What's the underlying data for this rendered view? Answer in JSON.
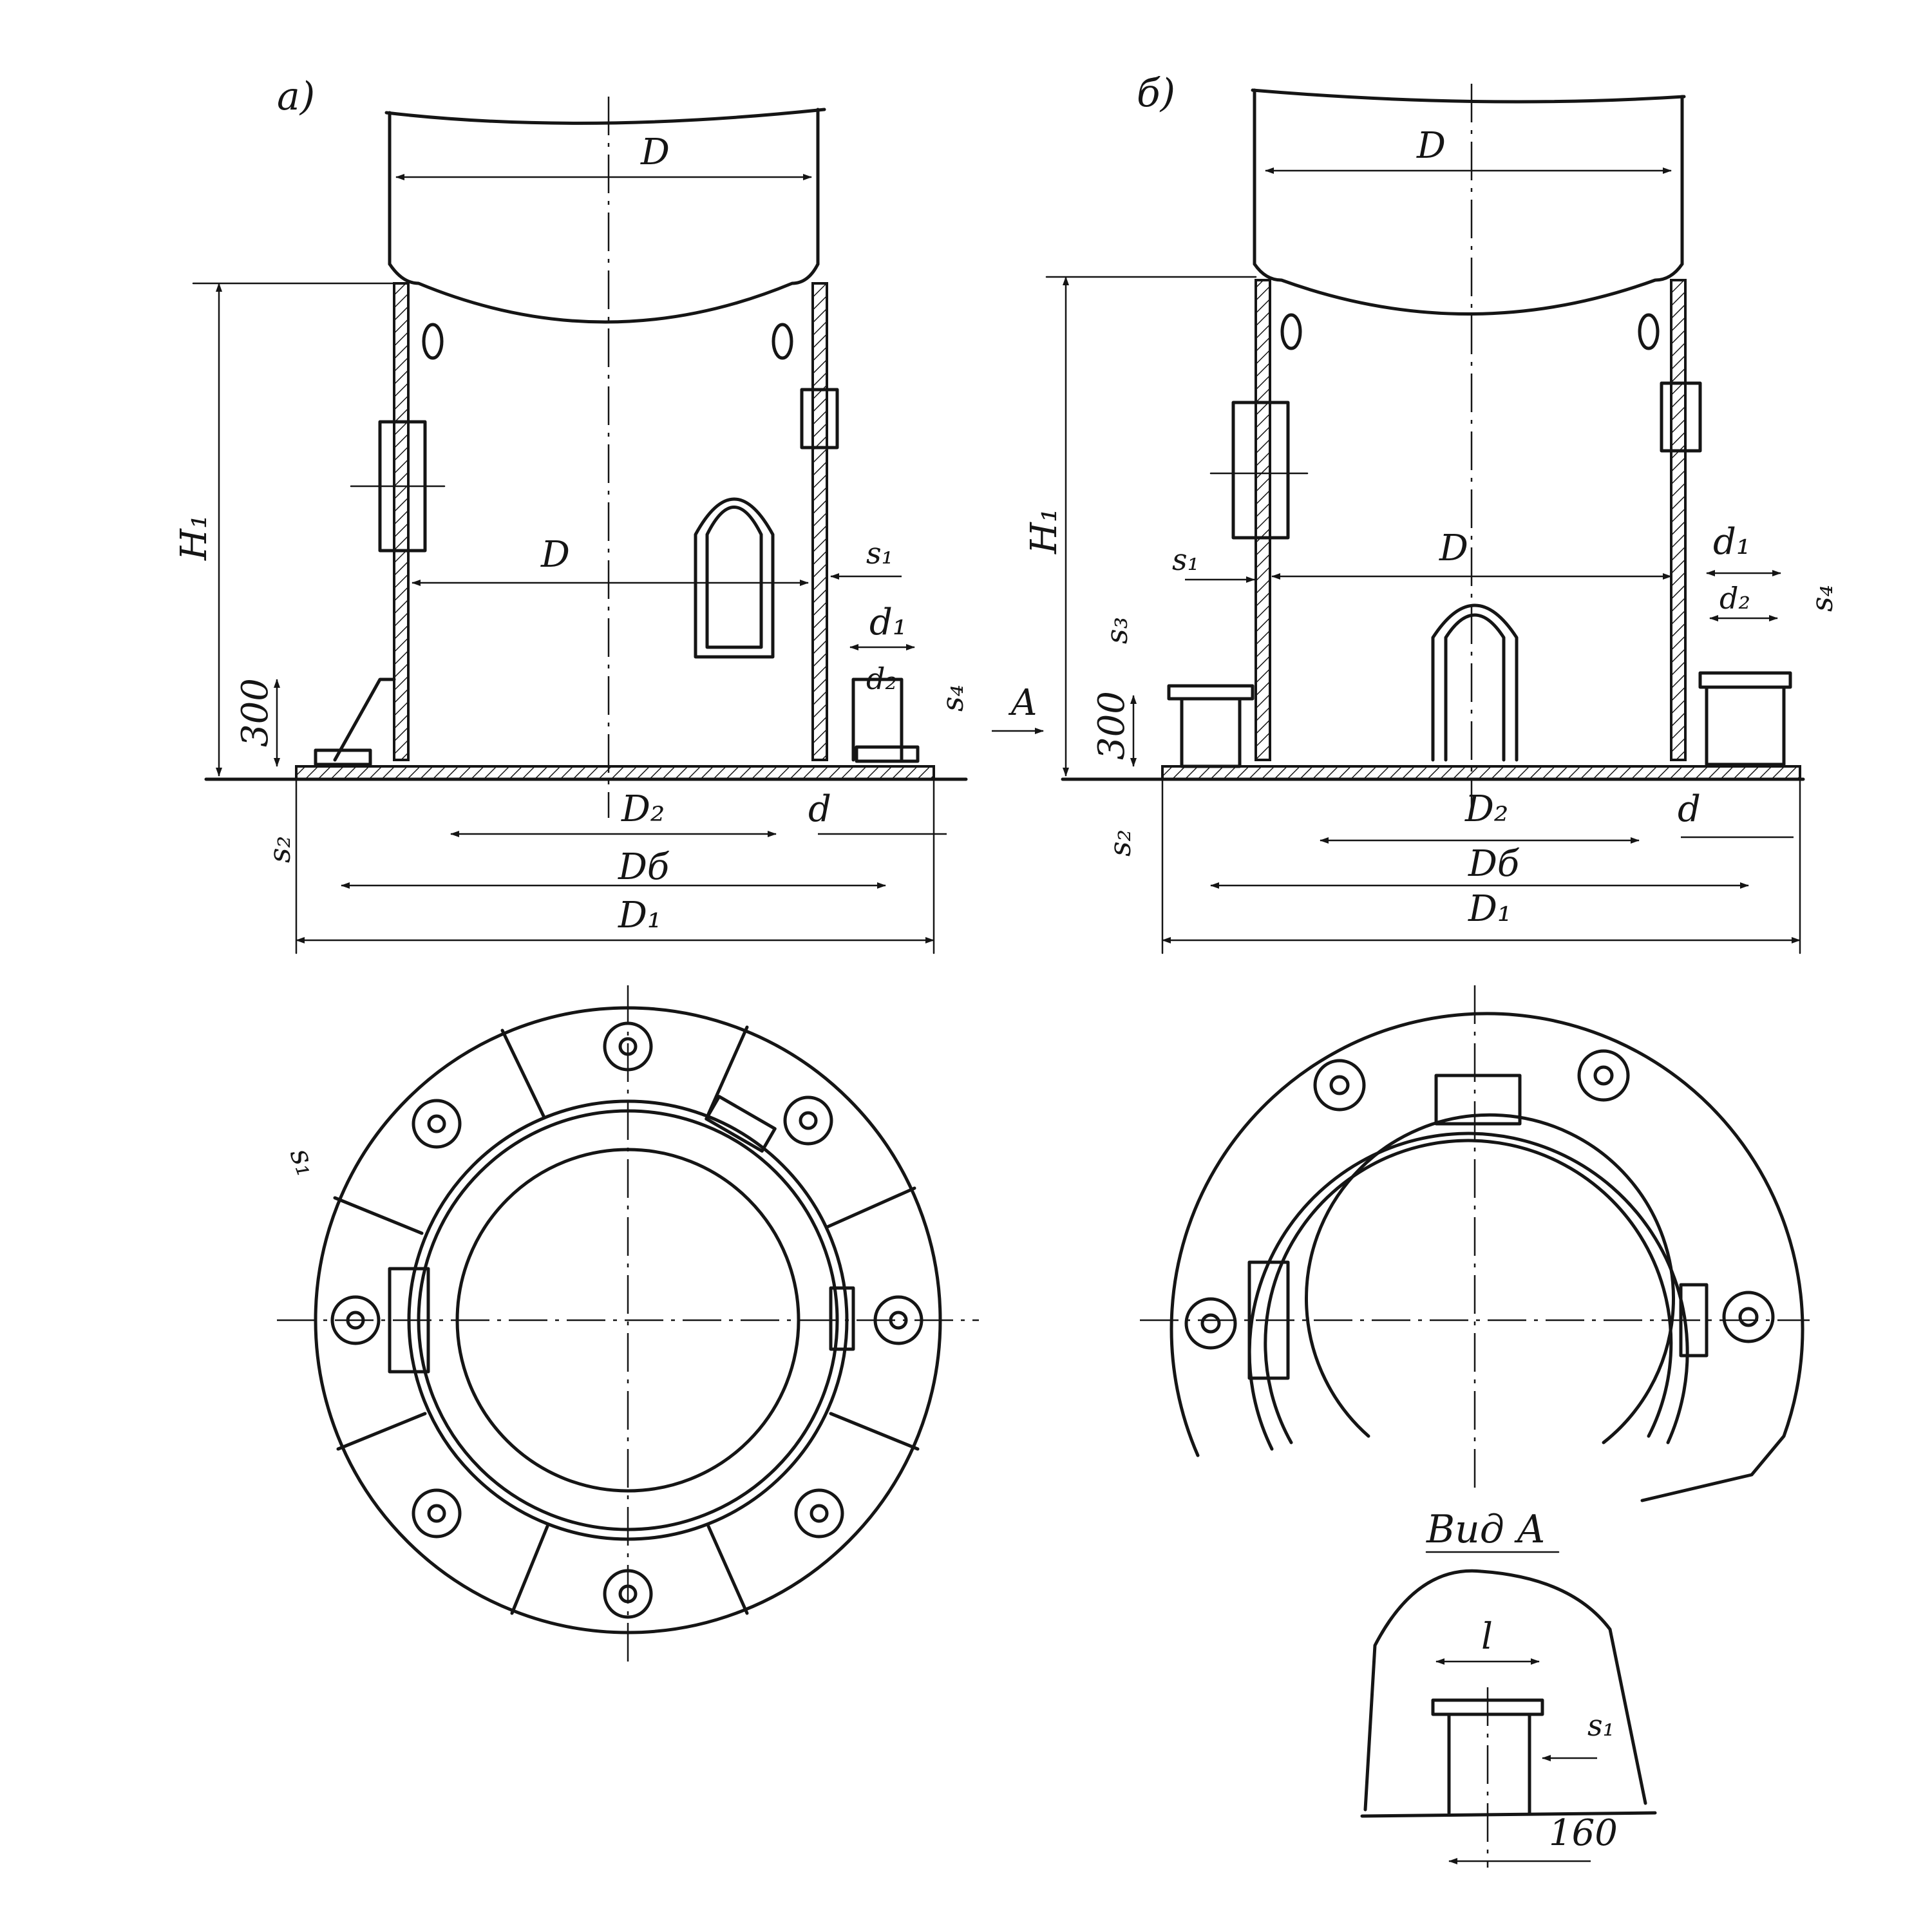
{
  "views": {
    "a": {
      "tag": "а)"
    },
    "b": {
      "tag": "б)"
    },
    "view_a": {
      "title": "Вид А"
    }
  },
  "labels": {
    "D": "D",
    "H1": "H₁",
    "s1": "s₁",
    "s2": "s₂",
    "s3": "s₃",
    "s4": "s₄",
    "d": "d",
    "d1": "d₁",
    "d2": "d₂",
    "D2": "D₂",
    "Db": "Dб",
    "D1": "D₁",
    "A": "A",
    "l": "l"
  },
  "dimensions": {
    "h300": "300",
    "w160": "160"
  }
}
